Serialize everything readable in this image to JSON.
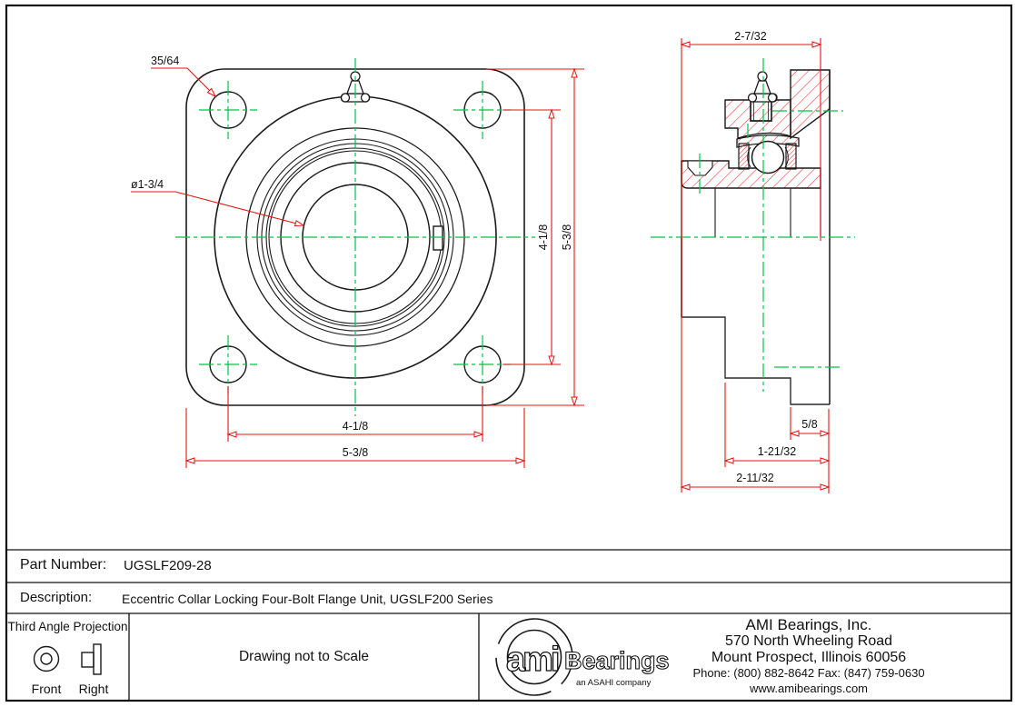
{
  "views": {
    "front": {
      "labels": {
        "bolt_hole_diameter": "35/64",
        "bore_diameter": "ø1-3/4",
        "bolt_spacing_horizontal": "4-1/8",
        "flange_width": "5-3/8",
        "bolt_spacing_vertical": "4-1/8",
        "flange_height": "5-3/8"
      }
    },
    "right": {
      "labels": {
        "unit_width": "2-7/32",
        "flange_thickness": "5/8",
        "base_to_flange": "1-21/32",
        "overall_width": "2-11/32"
      }
    }
  },
  "title_block": {
    "part_number_label": "Part Number:",
    "part_number": "UGSLF209-28",
    "description_label": "Description:",
    "description": "Eccentric Collar Locking Four-Bolt Flange Unit, UGSLF200 Series"
  },
  "footer": {
    "projection": {
      "title": "Third Angle Projection",
      "front_label": "Front",
      "right_label": "Right"
    },
    "scale_note": "Drawing not to Scale",
    "company": {
      "name": "AMI Bearings, Inc.",
      "address_line1": "570 North Wheeling Road",
      "address_line2": "Mount Prospect, Illinois 60056",
      "phone_fax": "Phone: (800) 882-8642 Fax: (847) 759-0630",
      "website": "www.amibearings.com"
    },
    "logo": {
      "ami": "ami",
      "bearings": "Bearings",
      "tagline": "an ASAHI company"
    }
  },
  "colors": {
    "dimension_red": "#e81313",
    "hatch_red": "#f53030",
    "centerline_green": "#00c546",
    "line_dark": "#1a1a1a"
  }
}
